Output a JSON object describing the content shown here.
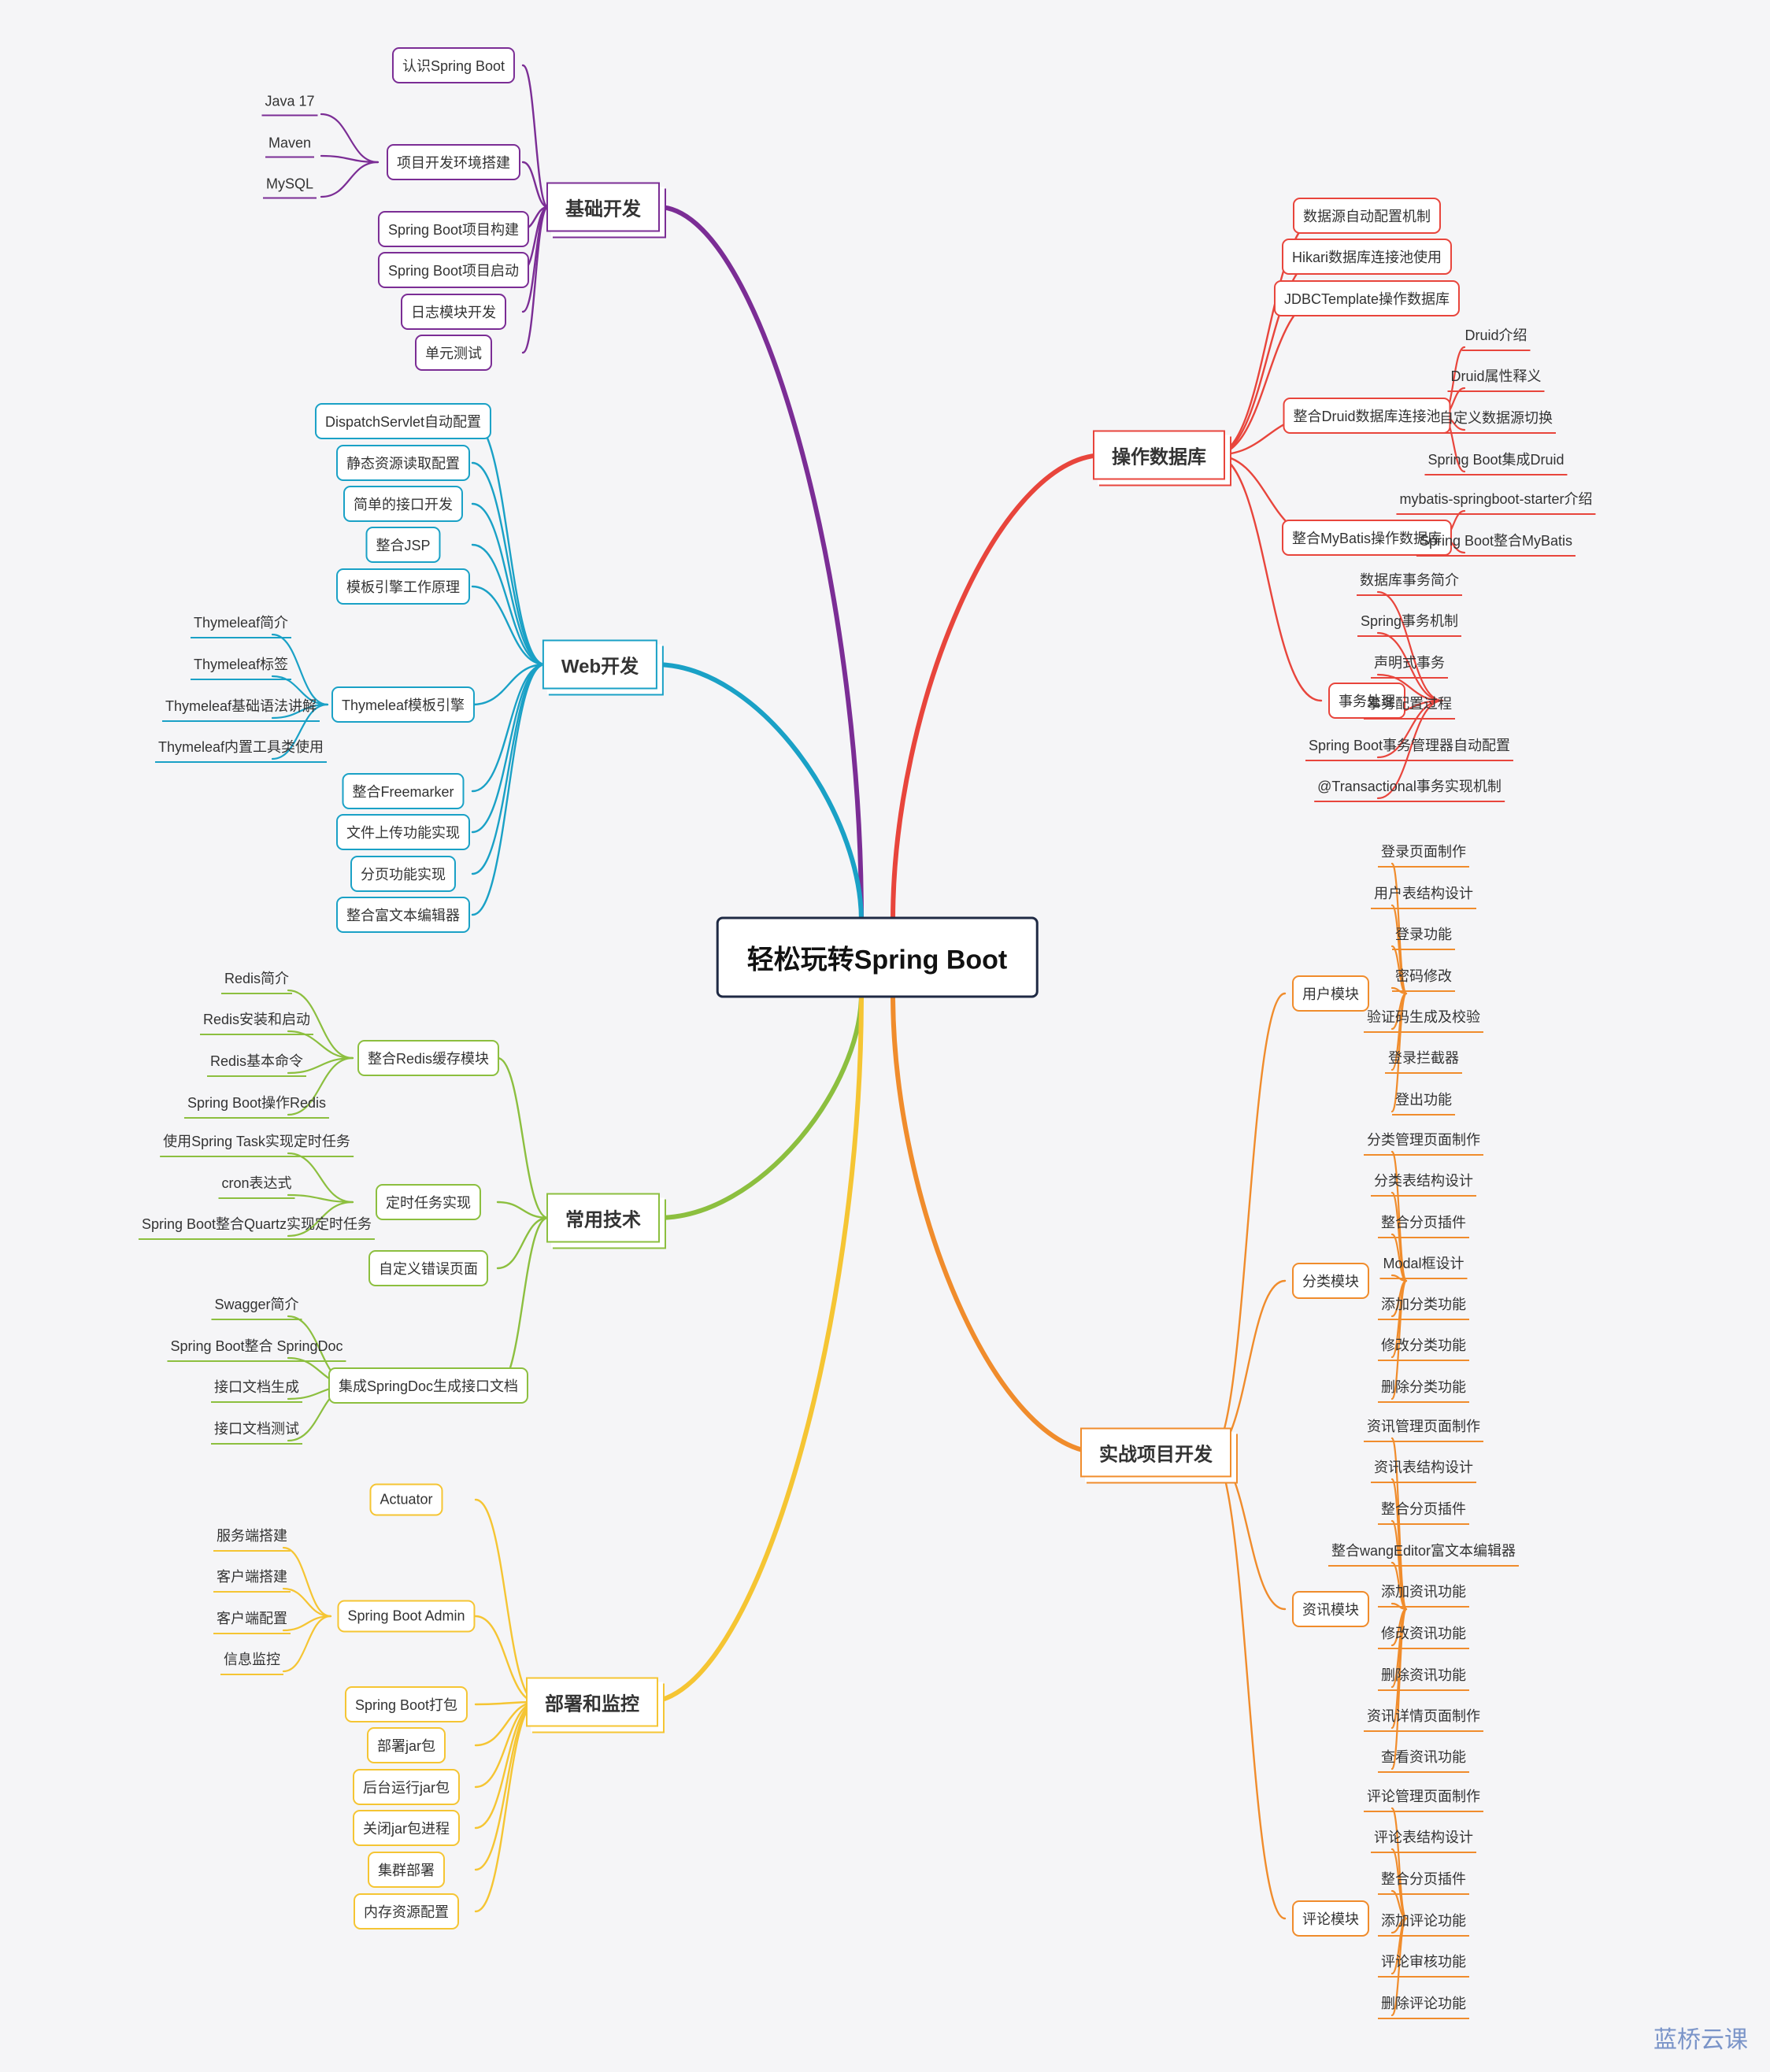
{
  "root": "轻松玩转Spring Boot",
  "watermark": "蓝桥云课",
  "branches": [
    {
      "title": "基础开发",
      "color": "#7b2d95",
      "children": [
        {
          "label": "认识Spring Boot"
        },
        {
          "label": "项目开发环境搭建",
          "children": [
            "Java 17",
            "Maven",
            "MySQL"
          ]
        },
        {
          "label": "Spring Boot项目构建"
        },
        {
          "label": "Spring Boot项目启动"
        },
        {
          "label": "日志模块开发"
        },
        {
          "label": "单元测试"
        }
      ]
    },
    {
      "title": "Web开发",
      "color": "#1aa1c6",
      "children": [
        {
          "label": "DispatchServlet自动配置"
        },
        {
          "label": "静态资源读取配置"
        },
        {
          "label": "简单的接口开发"
        },
        {
          "label": "整合JSP"
        },
        {
          "label": "模板引擎工作原理"
        },
        {
          "label": "Thymeleaf模板引擎",
          "children": [
            "Thymeleaf简介",
            "Thymeleaf标签",
            "Thymeleaf基础语法讲解",
            "Thymeleaf内置工具类使用"
          ]
        },
        {
          "label": "整合Freemarker"
        },
        {
          "label": "文件上传功能实现"
        },
        {
          "label": "分页功能实现"
        },
        {
          "label": "整合富文本编辑器"
        }
      ]
    },
    {
      "title": "常用技术",
      "color": "#8cbf3f",
      "children": [
        {
          "label": "整合Redis缓存模块",
          "children": [
            "Redis简介",
            "Redis安装和启动",
            "Redis基本命令",
            "Spring Boot操作Redis"
          ]
        },
        {
          "label": "定时任务实现",
          "children": [
            "使用Spring Task实现定时任务",
            "cron表达式",
            "Spring Boot整合Quartz实现定时任务"
          ]
        },
        {
          "label": "自定义错误页面"
        },
        {
          "label": "集成SpringDoc生成接口文档",
          "children": [
            "Swagger简介",
            "Spring Boot整合 SpringDoc",
            "接口文档生成",
            "接口文档测试"
          ]
        }
      ]
    },
    {
      "title": "部署和监控",
      "color": "#f5c533",
      "children": [
        {
          "label": "Actuator"
        },
        {
          "label": "Spring Boot Admin",
          "children": [
            "服务端搭建",
            "客户端搭建",
            "客户端配置",
            "信息监控"
          ]
        },
        {
          "label": "Spring Boot打包"
        },
        {
          "label": "部署jar包"
        },
        {
          "label": "后台运行jar包"
        },
        {
          "label": "关闭jar包进程"
        },
        {
          "label": "集群部署"
        },
        {
          "label": "内存资源配置"
        }
      ]
    },
    {
      "title": "操作数据库",
      "color": "#e8453c",
      "children": [
        {
          "label": "数据源自动配置机制"
        },
        {
          "label": "Hikari数据库连接池使用"
        },
        {
          "label": "JDBCTemplate操作数据库"
        },
        {
          "label": "整合Druid数据库连接池",
          "children": [
            "Druid介绍",
            "Druid属性释义",
            "自定义数据源切换",
            "Spring Boot集成Druid"
          ]
        },
        {
          "label": "整合MyBatis操作数据库",
          "children": [
            "mybatis-springboot-starter介绍",
            "Spring Boot整合MyBatis"
          ]
        },
        {
          "label": "事务处理",
          "children": [
            "数据库事务简介",
            "Spring事务机制",
            "声明式事务",
            "事务配置过程",
            "Spring Boot事务管理器自动配置",
            "@Transactional事务实现机制"
          ]
        }
      ]
    },
    {
      "title": "实战项目开发",
      "color": "#f08c2c",
      "children": [
        {
          "label": "用户模块",
          "children": [
            "登录页面制作",
            "用户表结构设计",
            "登录功能",
            "密码修改",
            "验证码生成及校验",
            "登录拦截器",
            "登出功能"
          ]
        },
        {
          "label": "分类模块",
          "children": [
            "分类管理页面制作",
            "分类表结构设计",
            "整合分页插件",
            "Modal框设计",
            "添加分类功能",
            "修改分类功能",
            "删除分类功能"
          ]
        },
        {
          "label": "资讯模块",
          "children": [
            "资讯管理页面制作",
            "资讯表结构设计",
            "整合分页插件",
            "整合wangEditor富文本编辑器",
            "添加资讯功能",
            "修改资讯功能",
            "删除资讯功能",
            "资讯详情页面制作",
            "查看资讯功能"
          ]
        },
        {
          "label": "评论模块",
          "children": [
            "评论管理页面制作",
            "评论表结构设计",
            "整合分页插件",
            "添加评论功能",
            "评论审核功能",
            "删除评论功能"
          ]
        }
      ]
    }
  ]
}
